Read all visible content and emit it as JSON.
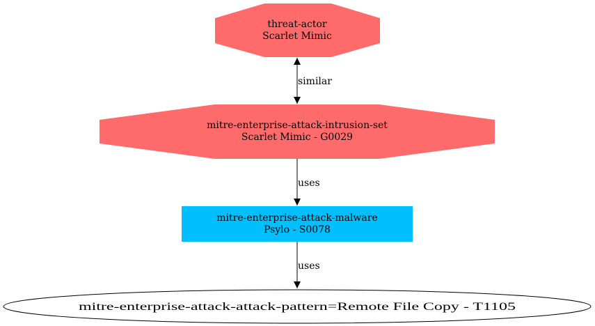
{
  "graph": {
    "nodes": [
      {
        "id": "threat-actor",
        "shape": "octagon",
        "fill": "#ff6b6b",
        "line1": "threat-actor",
        "line2": "Scarlet Mimic"
      },
      {
        "id": "intrusion-set",
        "shape": "octagon",
        "fill": "#ff6b6b",
        "line1": "mitre-enterprise-attack-intrusion-set",
        "line2": "Scarlet Mimic - G0029"
      },
      {
        "id": "malware",
        "shape": "box",
        "fill": "#00bfff",
        "line1": "mitre-enterprise-attack-malware",
        "line2": "Psylo - S0078"
      },
      {
        "id": "attack-pattern",
        "shape": "ellipse",
        "fill": "#ffffff",
        "line1": "mitre-enterprise-attack-attack-pattern=Remote File Copy - T1105"
      }
    ],
    "edges": [
      {
        "from": "threat-actor",
        "to": "intrusion-set",
        "label": "similar",
        "direction": "both"
      },
      {
        "from": "intrusion-set",
        "to": "malware",
        "label": "uses",
        "direction": "forward"
      },
      {
        "from": "malware",
        "to": "attack-pattern",
        "label": "uses",
        "direction": "forward"
      }
    ]
  }
}
